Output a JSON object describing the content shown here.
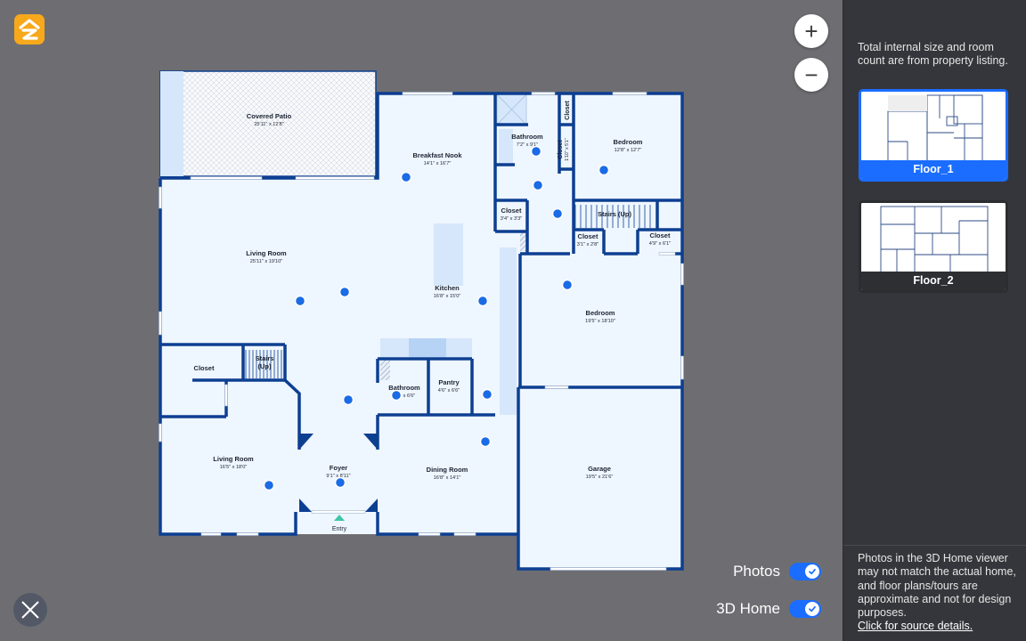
{
  "viewer": {
    "zoom_in_label": "+",
    "zoom_out_label": "−",
    "toggles": {
      "photos_label": "Photos",
      "photos_on": true,
      "home3d_label": "3D Home",
      "home3d_on": true
    }
  },
  "floorplan": {
    "rooms": {
      "covered_patio": {
        "name": "Covered Patio",
        "dims": "25'11\" x 12'8\""
      },
      "breakfast_nook": {
        "name": "Breakfast Nook",
        "dims": "14'1\" x 16'7\""
      },
      "bathroom_top": {
        "name": "Bathroom",
        "dims": "7'2\" x 9'1\""
      },
      "closet_top_small": {
        "name": "Closet",
        "dims": ""
      },
      "closet_top_vertical": {
        "name": "Closet",
        "dims": "1'10\" x 5'1\""
      },
      "bedroom_top": {
        "name": "Bedroom",
        "dims": "12'8\" x 12'7\""
      },
      "closet_mid": {
        "name": "Closet",
        "dims": "3'4\" x 3'3\""
      },
      "stairs_up_right": {
        "name": "Stairs (Up)",
        "dims": ""
      },
      "closet_stairs_left": {
        "name": "Closet",
        "dims": "3'1\" x 2'8\""
      },
      "closet_stairs_right": {
        "name": "Closet",
        "dims": "4'9\" x 6'1\""
      },
      "living_room_main": {
        "name": "Living Room",
        "dims": "25'11\" x 19'10\""
      },
      "kitchen": {
        "name": "Kitchen",
        "dims": "16'8\" x 15'0\""
      },
      "bedroom_right": {
        "name": "Bedroom",
        "dims": "19'5\" x 18'10\""
      },
      "closet_left": {
        "name": "Closet",
        "dims": ""
      },
      "stairs_up_left": {
        "name": "Stairs",
        "name2": "(Up)"
      },
      "bathroom_mid": {
        "name": "Bathroom",
        "dims": "5'4\" x 6'6\""
      },
      "pantry": {
        "name": "Pantry",
        "dims": "4'6\" x 6'6\""
      },
      "living_room_lower": {
        "name": "Living Room",
        "dims": "16'5\" x 18'0\""
      },
      "foyer": {
        "name": "Foyer",
        "dims": "9'1\" x 8'11\""
      },
      "dining_room": {
        "name": "Dining Room",
        "dims": "16'8\" x 14'1\""
      },
      "garage": {
        "name": "Garage",
        "dims": "19'5\" x 21'6\""
      }
    },
    "entry_label": "Entry"
  },
  "sidebar": {
    "info_text": "Total internal size and room count are from property listing.",
    "floors": [
      {
        "label": "Floor_1",
        "selected": true
      },
      {
        "label": "Floor_2",
        "selected": false
      }
    ],
    "disclaimer": "Photos in the 3D Home viewer may not match the actual home, and floor plans/tours are approximate and not for design purposes.",
    "source_link": "Click for source details."
  },
  "colors": {
    "accent": "#1a6dff",
    "wall": "#0d3f91",
    "floor": "#eef6ff",
    "viewer_bg": "#6e6e72",
    "sidebar_bg": "#35363b",
    "logo": "#f7a81b"
  }
}
